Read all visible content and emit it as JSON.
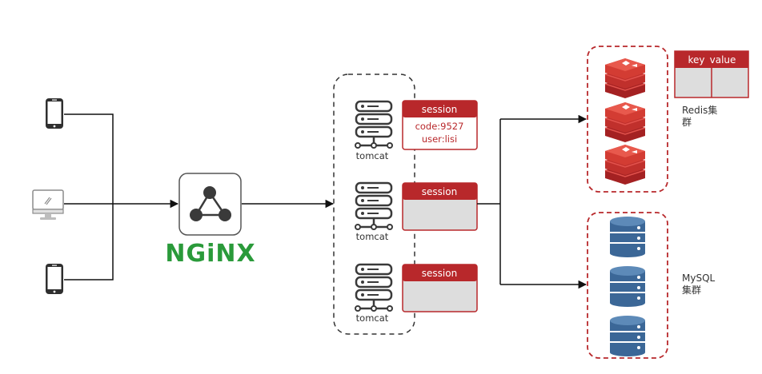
{
  "nginx": {
    "label": "NGiNX"
  },
  "tomcats": [
    {
      "label": "tomcat",
      "session": {
        "title": "session",
        "lines": [
          "code:9527",
          "user:lisi"
        ]
      }
    },
    {
      "label": "tomcat",
      "session": {
        "title": "session",
        "lines": []
      }
    },
    {
      "label": "tomcat",
      "session": {
        "title": "session",
        "lines": []
      }
    }
  ],
  "redis": {
    "label_line1": "Redis集",
    "label_line2": "群",
    "kv_key": "key",
    "kv_value": "value"
  },
  "mysql": {
    "label_line1": "MySQL",
    "label_line2": "集群"
  },
  "colors": {
    "accent_red": "#b8282b",
    "nginx_green": "#2a9a3a",
    "db_blue": "#3b6797",
    "dark": "#3a3a3a"
  }
}
